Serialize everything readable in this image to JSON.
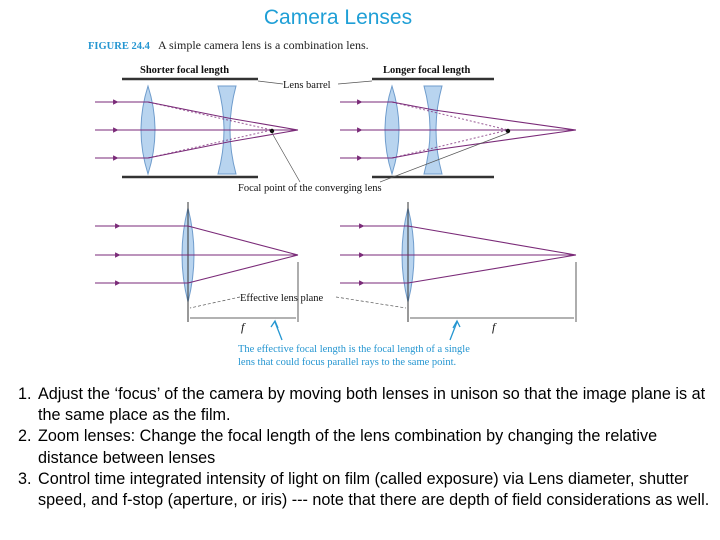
{
  "slide": {
    "title": "Camera Lenses"
  },
  "figure": {
    "number": "FIGURE 24.4",
    "caption": "A simple camera lens is a combination lens.",
    "label_shorter": "Shorter focal length",
    "label_longer": "Longer focal length",
    "label_barrel": "Lens barrel",
    "label_focal_point": "Focal point of the converging lens",
    "label_effective_plane": "Effective lens plane",
    "label_f_left": "f",
    "label_f_right": "f",
    "note_line1": "The effective focal length is the focal length of a single",
    "note_line2": "lens that could focus parallel rays to the same point.",
    "colors": {
      "ray": "#7a2a78",
      "lens_fill": "#b8d4ef",
      "lens_stroke": "#6f9ccc",
      "accent": "#2596d1",
      "title": "#1f9fd6"
    }
  },
  "notes": [
    "Adjust the ‘focus’ of the camera by moving both lenses in unison so that the image plane is at the same place as the film.",
    "Zoom lenses: Change the focal length of the lens combination by changing the relative distance between lenses",
    "Control time integrated intensity of light on film (called exposure) via Lens diameter, shutter speed, and f-stop (aperture, or iris) --- note that there are depth of field considerations as well."
  ]
}
